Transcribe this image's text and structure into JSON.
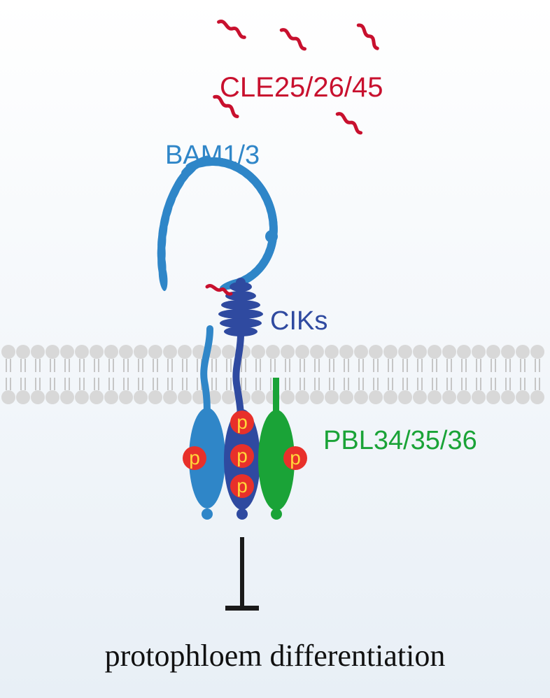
{
  "labels": {
    "ligand": "CLE25/26/45",
    "receptor": "BAM1/3",
    "coreceptor": "CIKs",
    "kinase": "PBL34/35/36",
    "phospho": "p",
    "outcome": "protophloem differentiation"
  },
  "colors": {
    "ligand": "#c8102e",
    "receptor": "#2f86c8",
    "coreceptor": "#2f4aa0",
    "kinase": "#1aa337",
    "phospho_fill": "#e8302a",
    "phospho_text": "#ffd83a",
    "membrane_head": "#d8d8d8",
    "membrane_tail": "#c6c6c6",
    "inhibition": "#1a1a1a",
    "background_top": "#ffffff",
    "background_bottom": "#e8eff6"
  },
  "icons": {
    "ligand_peptide": "squiggle-peptide",
    "inhibition": "t-bar-inhibition-arrow"
  }
}
